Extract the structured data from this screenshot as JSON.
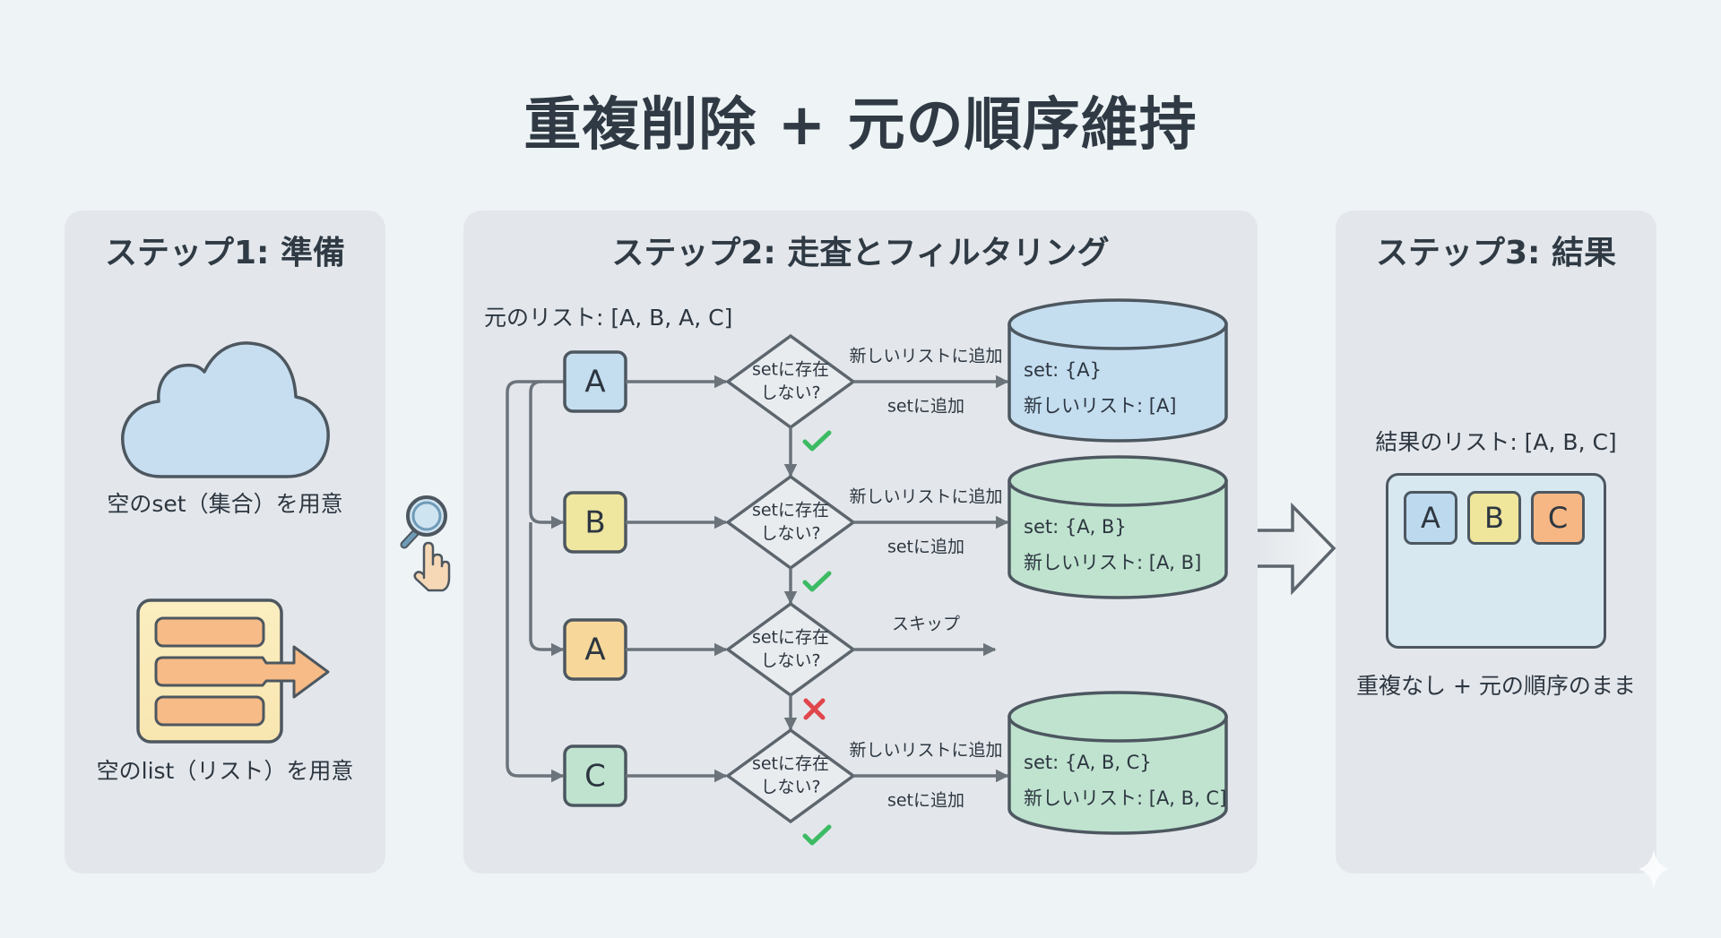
{
  "title": "重複削除 + 元の順序維持",
  "colors": {
    "background": "#eef3f6",
    "panel": "#e3e7eb",
    "stroke": "#4d5760",
    "arrow": "#6b737b",
    "blue": "#c4def0",
    "yellow": "#efe6a0",
    "orange_light": "#f7d79a",
    "orange": "#f6b98a",
    "green": "#bfe3cf",
    "check": "#3dbb64",
    "cross": "#e0474c"
  },
  "step1": {
    "title": "ステップ1: 準備",
    "set_caption": "空のset（集合）を用意",
    "list_caption": "空のlist（リスト）を用意",
    "icons": [
      "cloud-icon",
      "list-icon"
    ]
  },
  "transition_icons": [
    "magnifier-icon",
    "hand-pointer-icon"
  ],
  "step2": {
    "title": "ステップ2: 走査とフィルタリング",
    "original_list": "元のリスト: [A, B, A, C]",
    "decision_line1": "setに存在",
    "decision_line2": "しない?",
    "rows": [
      {
        "item": "A",
        "result": "yes",
        "label_top": "新しいリストに追加",
        "label_bottom": "setに追加",
        "state_set": "set: {A}",
        "state_list": "新しいリスト: [A]"
      },
      {
        "item": "B",
        "result": "yes",
        "label_top": "新しいリストに追加",
        "label_bottom": "setに追加",
        "state_set": "set: {A, B}",
        "state_list": "新しいリスト: [A, B]"
      },
      {
        "item": "A",
        "result": "no",
        "label_top": "スキップ",
        "label_bottom": "",
        "state_set": "",
        "state_list": ""
      },
      {
        "item": "C",
        "result": "yes",
        "label_top": "新しいリストに追加",
        "label_bottom": "setに追加",
        "state_set": "set: {A, B, C}",
        "state_list": "新しいリスト: [A, B, C]"
      }
    ]
  },
  "step3": {
    "title": "ステップ3: 結果",
    "result_label": "結果のリスト: [A, B, C]",
    "items": [
      "A",
      "B",
      "C"
    ],
    "note": "重複なし + 元の順序のまま"
  }
}
